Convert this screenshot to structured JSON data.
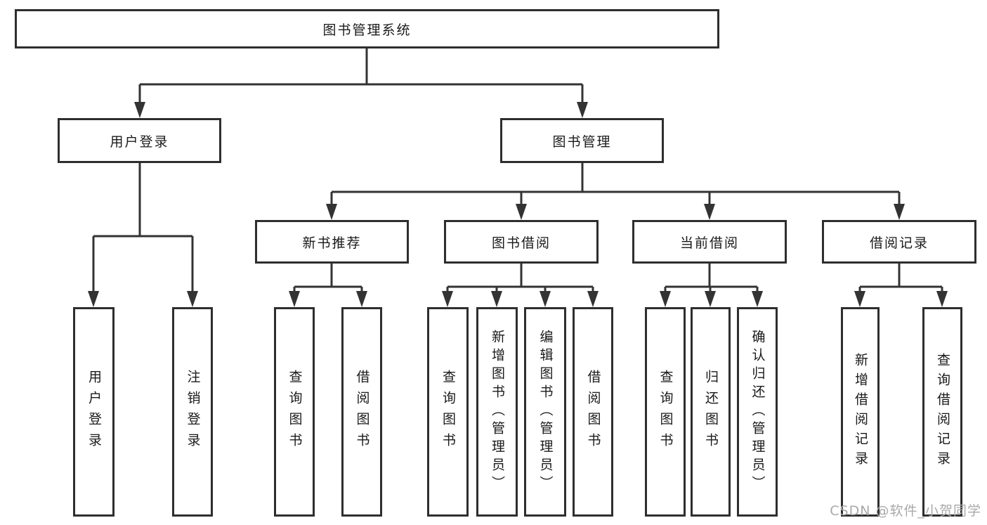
{
  "diagram": {
    "root": {
      "label": "图书管理系统"
    },
    "level2": {
      "user_login": {
        "label": "用户登录"
      },
      "book_mgmt": {
        "label": "图书管理"
      }
    },
    "level3": {
      "new_books": {
        "label": "新书推荐"
      },
      "book_borrow": {
        "label": "图书借阅"
      },
      "current_borrow": {
        "label": "当前借阅"
      },
      "borrow_records": {
        "label": "借阅记录"
      }
    },
    "leaves": {
      "login": {
        "label": "用户登录"
      },
      "logout": {
        "label": "注销登录"
      },
      "nb_query": {
        "label": "查询图书"
      },
      "nb_borrow": {
        "label": "借阅图书"
      },
      "bb_query": {
        "label": "查询图书"
      },
      "bb_add": {
        "label": "新增图书（管理员）"
      },
      "bb_edit": {
        "label": "编辑图书（管理员）"
      },
      "bb_borrow": {
        "label": "借阅图书"
      },
      "cb_query": {
        "label": "查询图书"
      },
      "cb_return": {
        "label": "归还图书"
      },
      "cb_confirm": {
        "label": "确认归还（管理员）"
      },
      "br_add": {
        "label": "新增借阅记录"
      },
      "br_query": {
        "label": "查询借阅记录"
      }
    }
  },
  "watermark": {
    "text": "CSDN @软件_小贺同学"
  },
  "colors": {
    "line": "#333333",
    "border": "#2e2e2e",
    "background": "#ffffff",
    "text": "#1a1a1a",
    "watermark": "#a9a9a9"
  }
}
